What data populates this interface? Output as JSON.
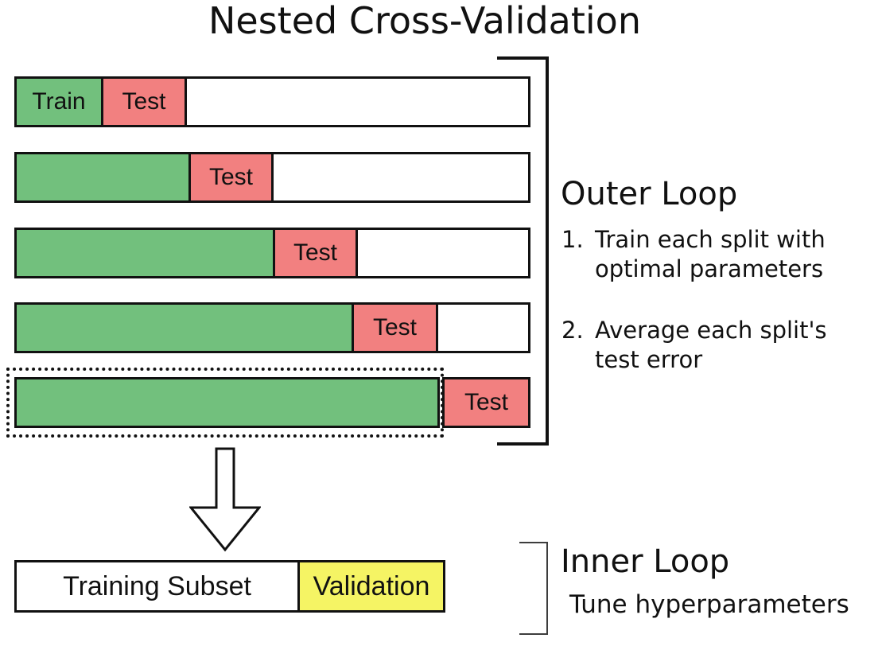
{
  "title": "Nested Cross-Validation",
  "colors": {
    "train_green": "#72c07d",
    "test_red": "#f28080",
    "validation_yellow": "#f5f464",
    "border_black": "#111111"
  },
  "outer_loop": {
    "heading": "Outer Loop",
    "notes": [
      {
        "num": "1.",
        "line1": "Train each split with",
        "line2": "optimal parameters"
      },
      {
        "num": "2.",
        "line1": "Average each split's",
        "line2": "test error"
      }
    ],
    "splits": [
      {
        "index": 1,
        "train_label": "Train",
        "test_label": "Test",
        "train_frac": 0.169,
        "test_frac": 0.163,
        "highlighted": false
      },
      {
        "index": 2,
        "train_label": "",
        "test_label": "Test",
        "train_frac": 0.34,
        "test_frac": 0.162,
        "highlighted": false
      },
      {
        "index": 3,
        "train_label": "",
        "test_label": "Test",
        "train_frac": 0.505,
        "test_frac": 0.162,
        "highlighted": false
      },
      {
        "index": 4,
        "train_label": "",
        "test_label": "Test",
        "train_frac": 0.659,
        "test_frac": 0.165,
        "highlighted": false
      },
      {
        "index": 5,
        "train_label": "",
        "test_label": "Test",
        "train_frac": 0.824,
        "test_frac": 0.171,
        "highlighted": true
      }
    ]
  },
  "inner_loop": {
    "heading": "Inner Loop",
    "note": "Tune hyperparameters",
    "training_label": "Training Subset",
    "validation_label": "Validation"
  }
}
